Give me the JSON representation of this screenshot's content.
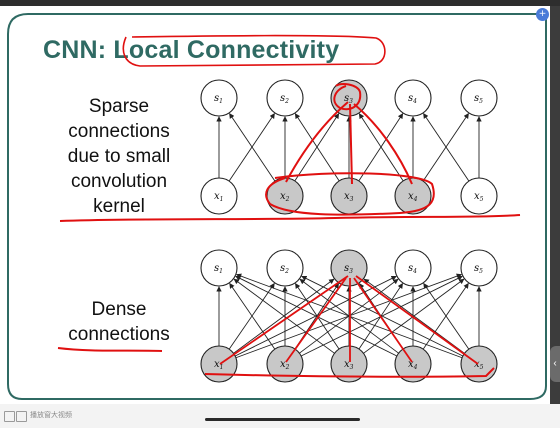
{
  "slide": {
    "title": "CNN: Local Connectivity",
    "sparse_label": [
      "Sparse",
      "connections",
      "due to small",
      "convolution",
      "kernel"
    ],
    "dense_label": [
      "Dense",
      "connections"
    ]
  },
  "diagram": {
    "sparse": {
      "outputs": [
        "s1",
        "s2",
        "s3",
        "s4",
        "s5"
      ],
      "inputs": [
        "x1",
        "x2",
        "x3",
        "x4",
        "x5"
      ],
      "highlighted_output": "s3",
      "highlighted_inputs": [
        "x2",
        "x3",
        "x4"
      ]
    },
    "dense": {
      "outputs": [
        "s1",
        "s2",
        "s3",
        "s4",
        "s5"
      ],
      "inputs": [
        "x1",
        "x2",
        "x3",
        "x4",
        "x5"
      ],
      "highlighted_output": "s3",
      "highlighted_inputs": [
        "x1",
        "x2",
        "x3",
        "x4",
        "x5"
      ]
    }
  },
  "colors": {
    "title": "#2f6a63",
    "frame": "#2f6a63",
    "annotation": "#e01010",
    "node_highlight": "#c8c8c8"
  },
  "player": {
    "bottom_text": "播放窗大视频",
    "corner_icon": "add-icon",
    "side_handle_icon": "chevron-left-icon"
  }
}
